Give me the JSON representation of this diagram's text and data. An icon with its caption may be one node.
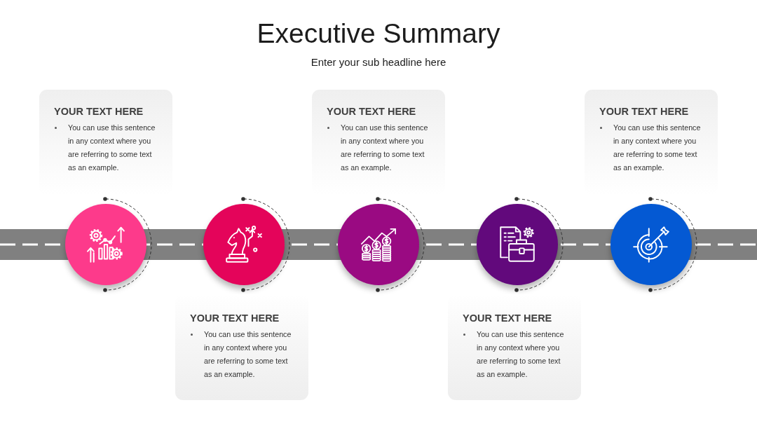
{
  "diagram": {
    "title": "Executive Summary",
    "nodes": [
      {
        "text": [
          "YOUR TEXT HERE",
          "You can use this sentence in any context where you are referring to some text as an example."
        ]
      },
      {
        "text": [],
        "shape": "circle"
      },
      {
        "text": [],
        "shape": "circle"
      },
      {
        "text": [
          "YOUR TEXT HERE",
          "You can use this sentence in any context where you are referring to some text as an example."
        ]
      },
      {
        "text": [
          "YOUR TEXT HERE",
          "You can use this sentence in any context where you are referring to some text as an example."
        ]
      },
      {
        "text": [],
        "shape": "circle"
      },
      {
        "text": [],
        "shape": "circle"
      },
      {
        "text": [
          "YOUR TEXT HERE",
          "You can use this sentence in any context where you are referring to some text as an example."
        ]
      },
      {
        "text": [
          "YOUR TEXT HERE",
          "You can use this sentence in any context where you are referring to some text as an example."
        ]
      },
      {
        "text": [],
        "shape": "circle"
      }
    ],
    "labels": [
      "Enter your sub headline here"
    ]
  }
}
